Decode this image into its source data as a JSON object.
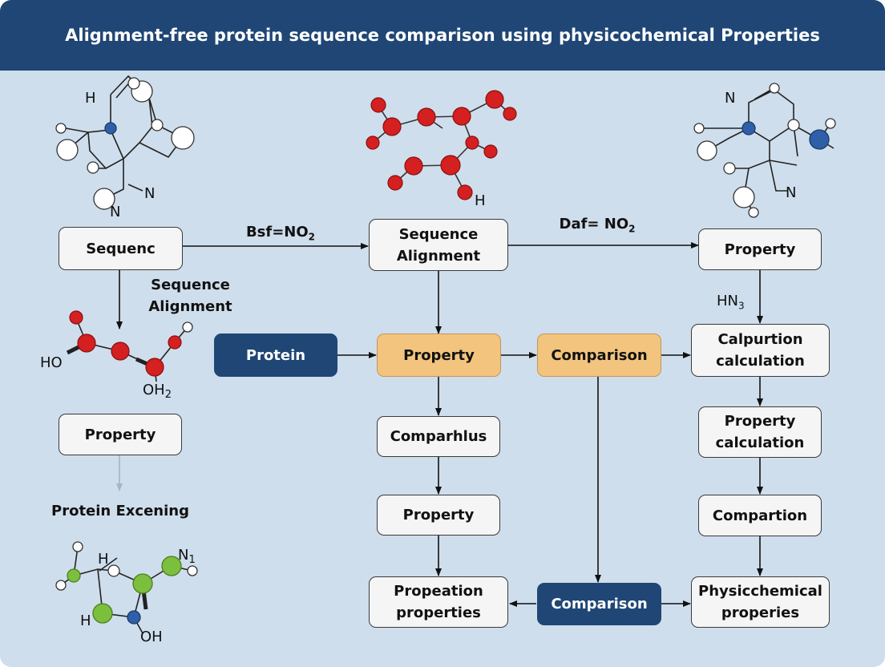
{
  "title": "Alignment-free protein sequence comparison using physicochemical Properties",
  "boxes": {
    "sequenc": "Sequenc",
    "seq_align_line1": "Sequence",
    "seq_align_line2": "Alignment",
    "property_top_right": "Property",
    "protein": "Protein",
    "property_center": "Property",
    "comparison_center": "Comparison",
    "calp_line1": "Calpurtion",
    "calp_line2": "calculation",
    "property_left": "Property",
    "comparhlus": "Comparhlus",
    "prop_calc_line1": "Property",
    "prop_calc_line2": "calculation",
    "property_mid": "Property",
    "compartion": "Compartion",
    "propeation_line1": "Propeation",
    "propeation_line2": "properties",
    "comparison_bottom": "Comparison",
    "physic_line1": "Physicchemical",
    "physic_line2": "properies"
  },
  "labels": {
    "bsf": "Bsf=NO",
    "bsf_sub": "2",
    "daf": "Daf= NO",
    "daf_sub": "2",
    "side_line1": "Sequence",
    "side_line2": "Alignment",
    "hn3": "HN",
    "hn3_sub": "3",
    "protein_exc": "Protein Excening"
  },
  "molecules": {
    "m1_h": "H",
    "m1_n1": "N",
    "m1_n2": "N",
    "m2_h": "H",
    "m3_n1": "N",
    "m3_n2": "N",
    "m4_ho": "HO",
    "m4_oh": "OH",
    "m4_oh_sub": "2",
    "m5_h1": "H",
    "m5_n": "N",
    "m5_n_sub": "1",
    "m5_h2": "H",
    "m5_oh": "OH"
  },
  "colors": {
    "header": "#1f4675",
    "panel": "#cfdeec",
    "dark_box": "#1f4675",
    "orange_box": "#f2c47d",
    "atom_red": "#d42020",
    "atom_blue": "#2f5fa8",
    "atom_green": "#7cbf3c"
  }
}
